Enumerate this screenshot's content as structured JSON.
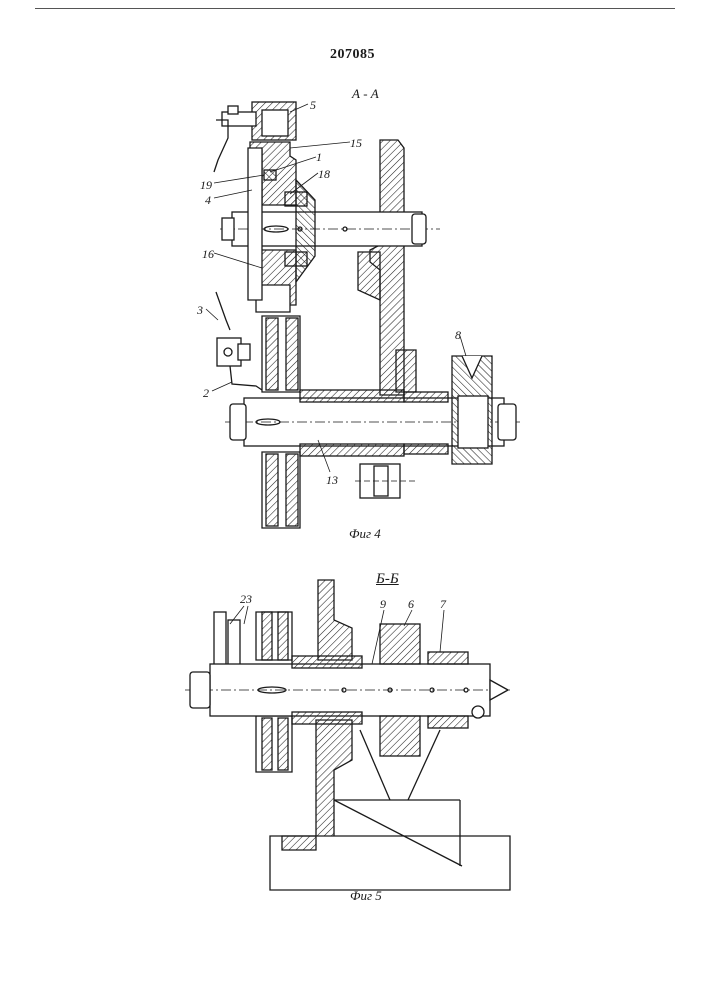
{
  "document": {
    "patent_number": "207085",
    "section_top": "А - А",
    "section_bottom": "Б-Б",
    "fig4_caption": "Фиг 4",
    "fig5_caption": "Фиг 5"
  },
  "figure4_labels": [
    "5",
    "15",
    "1",
    "18",
    "19",
    "4",
    "16",
    "3",
    "2",
    "8",
    "13"
  ],
  "figure5_labels": [
    "23",
    "9",
    "6",
    "7"
  ]
}
